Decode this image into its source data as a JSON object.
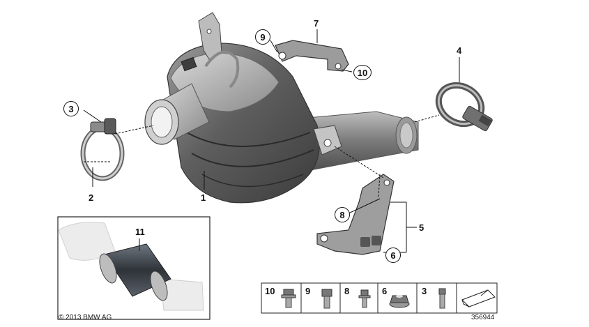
{
  "callouts": {
    "c1": "1",
    "c2": "2",
    "c3": "3",
    "c4": "4",
    "c5": "5",
    "c6": "6",
    "c7": "7",
    "c8": "8",
    "c9": "9",
    "c10": "10",
    "c11": "11"
  },
  "legend": [
    {
      "number": "10",
      "part_icon": "flange-bolt-icon"
    },
    {
      "number": "9",
      "part_icon": "hex-bolt-icon"
    },
    {
      "number": "8",
      "part_icon": "stud-bolt-icon"
    },
    {
      "number": "6",
      "part_icon": "flange-nut-icon"
    },
    {
      "number": "3",
      "part_icon": "screw-icon"
    }
  ],
  "copyright": "© 2013 BMW AG",
  "diagram_number": "356944"
}
